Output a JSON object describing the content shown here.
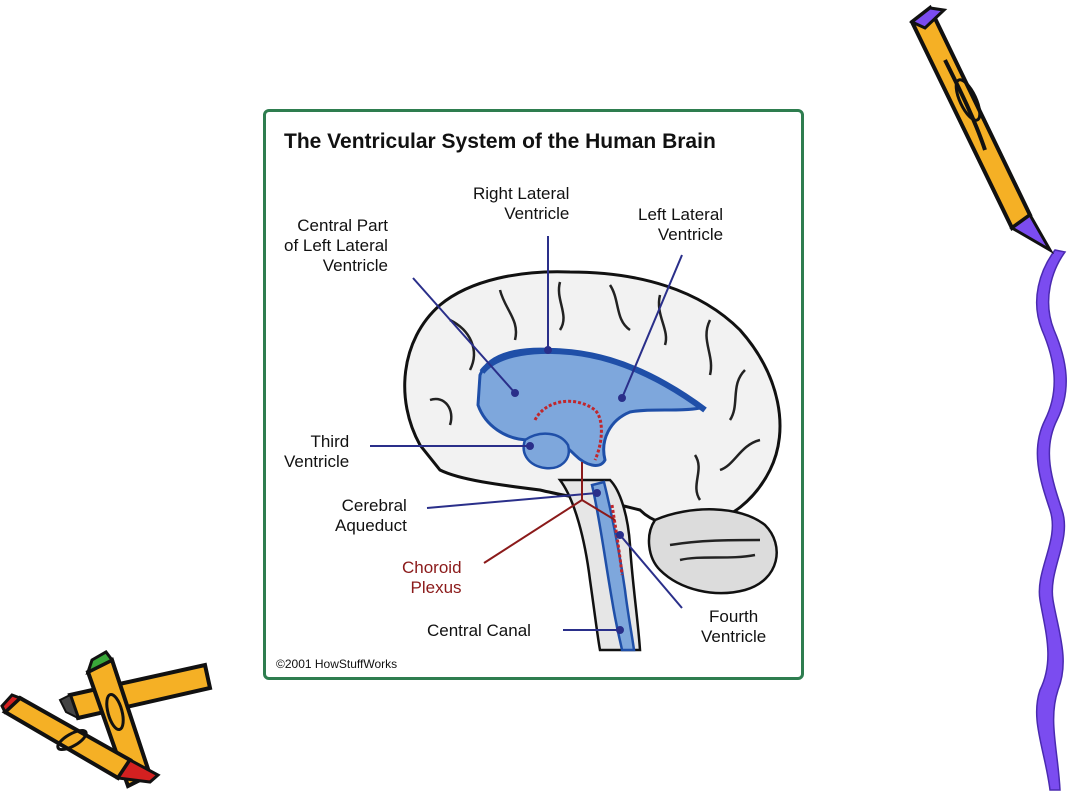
{
  "diagram": {
    "title": "The Ventricular System of the Human Brain",
    "labels": {
      "right_lateral": [
        "Right Lateral",
        "Ventricle"
      ],
      "left_lateral": [
        "Left Lateral",
        "Ventricle"
      ],
      "central_part": [
        "Central Part",
        "of Left Lateral",
        "Ventricle"
      ],
      "third": [
        "Third",
        "Ventricle"
      ],
      "aqueduct": [
        "Cerebral",
        "Aqueduct"
      ],
      "choroid": [
        "Choroid",
        "Plexus"
      ],
      "central_canal": "Central Canal",
      "fourth": [
        "Fourth",
        "Ventricle"
      ]
    },
    "copyright": "©2001 HowStuffWorks",
    "colors": {
      "frame": "#2e7d4f",
      "ventricle": "#7ea7dc",
      "ventricle_dark": "#1f4fa8",
      "choroid": "#c0262c",
      "label_line": "#2a2f8a",
      "squiggle": "#7b4cf0",
      "pencil_body": "#f5b025"
    }
  }
}
